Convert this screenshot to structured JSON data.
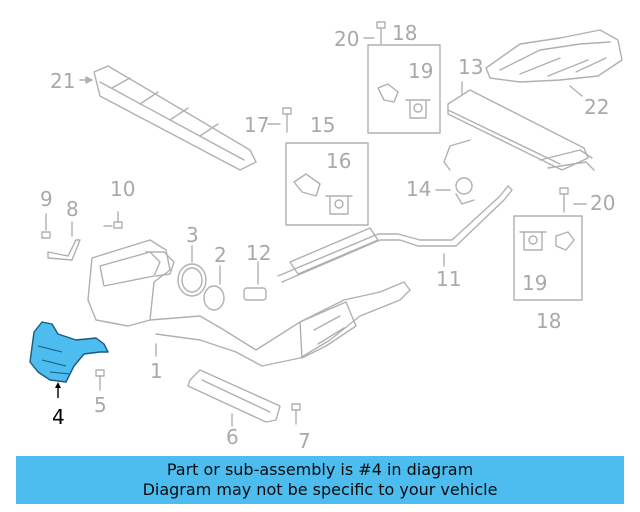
{
  "diagram": {
    "highlight_color": "#4dbcef",
    "line_color": "#b0b0b0",
    "label_color": "#a9a9a9",
    "highlighted_label_color": "#000000",
    "labels": {
      "l1": "1",
      "l2": "2",
      "l3": "3",
      "l4": "4",
      "l5": "5",
      "l6": "6",
      "l7": "7",
      "l8": "8",
      "l9": "9",
      "l10": "10",
      "l11": "11",
      "l12": "12",
      "l13": "13",
      "l14": "14",
      "l15": "15",
      "l16": "16",
      "l17": "17",
      "l18a": "18",
      "l18b": "18",
      "l19a": "19",
      "l19b": "19",
      "l20a": "20",
      "l20b": "20",
      "l21": "21",
      "l22": "22"
    }
  },
  "banner": {
    "line1": "Part or sub-assembly is #4 in diagram",
    "line2": "Diagram may not be specific to your vehicle",
    "color": "#4dbcef"
  }
}
